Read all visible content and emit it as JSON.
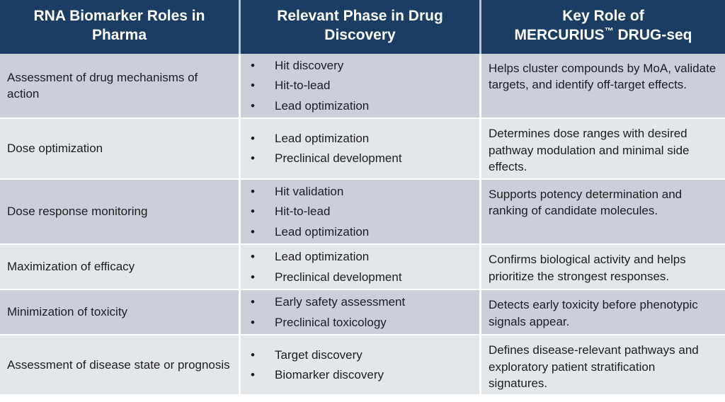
{
  "table": {
    "columns": [
      {
        "id": "role",
        "header": "RNA Biomarker Roles in Pharma"
      },
      {
        "id": "phase",
        "header": "Relevant Phase in Drug Discovery"
      },
      {
        "id": "key",
        "header": "Key Role of MERCURIUS™ DRUG-seq"
      }
    ],
    "header_brand": {
      "line1": "Key Role of",
      "brand_prefix": "MERCURIUS",
      "trademark": "™",
      "brand_suffix": " DRUG-seq"
    },
    "rows": [
      {
        "role": "Assessment of drug mechanisms of action",
        "phases": [
          "Hit discovery",
          "Hit-to-lead",
          "Lead optimization"
        ],
        "key": "Helps cluster compounds by MoA, validate targets, and identify off-target effects."
      },
      {
        "role": "Dose optimization",
        "phases": [
          "Lead optimization",
          "Preclinical development"
        ],
        "key": "Determines dose ranges with desired pathway modulation and minimal side effects."
      },
      {
        "role": "Dose response monitoring",
        "phases": [
          "Hit validation",
          "Hit-to-lead",
          "Lead optimization"
        ],
        "key": "Supports potency determination and ranking of candidate molecules."
      },
      {
        "role": "Maximization of efficacy",
        "phases": [
          "Lead optimization",
          "Preclinical development"
        ],
        "key": "Confirms biological activity and helps prioritize the strongest responses."
      },
      {
        "role": "Minimization of toxicity",
        "phases": [
          "Early safety assessment",
          "Preclinical toxicology"
        ],
        "key": "Detects early toxicity before phenotypic signals appear."
      },
      {
        "role": "Assessment of disease state or prognosis",
        "phases": [
          "Target discovery",
          "Biomarker discovery"
        ],
        "key": "Defines disease-relevant pathways and exploratory patient stratification signatures."
      }
    ],
    "bullet_glyph": "•"
  },
  "colors": {
    "header_background": "#1c3d63",
    "header_text": "#ffffff",
    "row_shade_dark": "#cbd0d8",
    "row_shade_light": "#e4e7ea",
    "body_text": "#1d1d1f",
    "divider": "#ffffff",
    "header_divider": "#b9c4d2",
    "page_background": "#ffffff"
  }
}
